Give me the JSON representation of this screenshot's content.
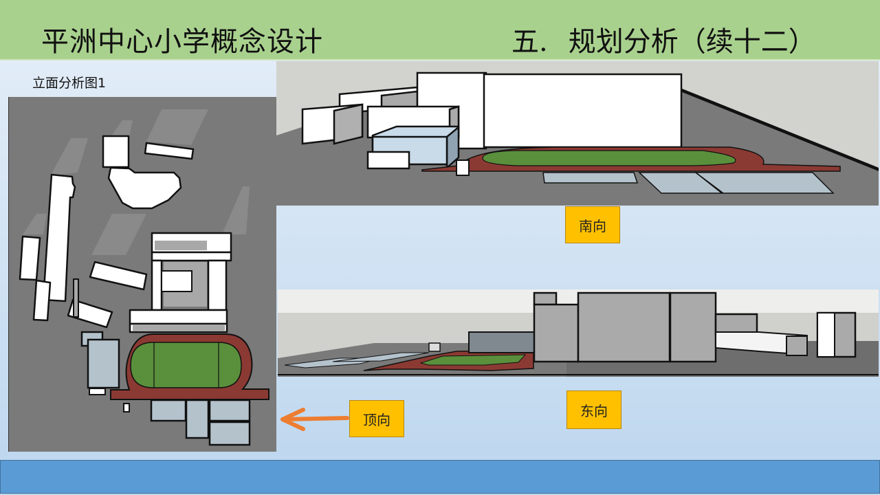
{
  "header": {
    "project_title": "平洲中心小学概念设计",
    "section_number": "五.",
    "section_title": "规划分析（续十二）"
  },
  "figure": {
    "caption": "立面分析图1"
  },
  "views": {
    "south": {
      "label": "南向"
    },
    "top": {
      "label": "顶向"
    },
    "east": {
      "label": "东向"
    }
  },
  "colors": {
    "title_bar": "#a9d18e",
    "footer_bar": "#5b9bd5",
    "label_fill": "#ffc000",
    "arrow": "#ed7d31",
    "track": "#8b3a33",
    "field": "#5a8f3c",
    "ground": "#7a7a7a",
    "building_white": "#ffffff",
    "building_blue": "#b4c2cc"
  }
}
